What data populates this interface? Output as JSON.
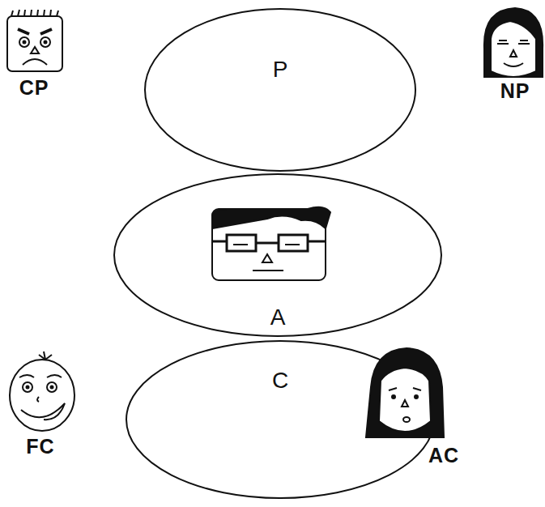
{
  "diagram": {
    "nodes": [
      {
        "text": [
          "P"
        ]
      },
      {
        "text": [
          "A"
        ]
      },
      {
        "text": [
          "C"
        ]
      }
    ],
    "labels": [
      "CP",
      "NP",
      "FC",
      "AC"
    ]
  }
}
